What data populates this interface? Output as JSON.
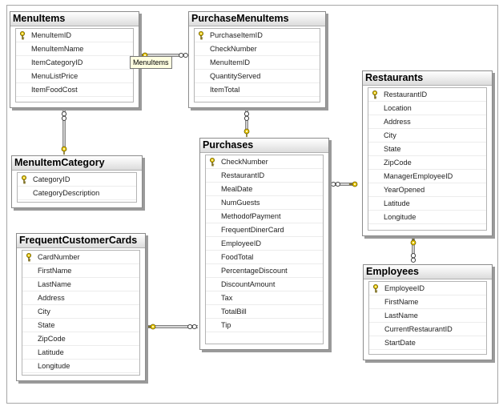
{
  "tables": [
    {
      "name": "MenuItems",
      "columns": [
        {
          "label": "MenuItemID",
          "key": true
        },
        {
          "label": "MenuItemName",
          "key": false
        },
        {
          "label": "ItemCategoryID",
          "key": false
        },
        {
          "label": "MenuListPrice",
          "key": false
        },
        {
          "label": "ItemFoodCost",
          "key": false
        }
      ]
    },
    {
      "name": "PurchaseMenuItems",
      "columns": [
        {
          "label": "PurchaseItemID",
          "key": true
        },
        {
          "label": "CheckNumber",
          "key": false
        },
        {
          "label": "MenuItemID",
          "key": false
        },
        {
          "label": "QuantityServed",
          "key": false
        },
        {
          "label": "ItemTotal",
          "key": false
        }
      ]
    },
    {
      "name": "Restaurants",
      "columns": [
        {
          "label": "RestaurantID",
          "key": true
        },
        {
          "label": "Location",
          "key": false
        },
        {
          "label": "Address",
          "key": false
        },
        {
          "label": "City",
          "key": false
        },
        {
          "label": "State",
          "key": false
        },
        {
          "label": "ZipCode",
          "key": false
        },
        {
          "label": "ManagerEmployeeID",
          "key": false
        },
        {
          "label": "YearOpened",
          "key": false
        },
        {
          "label": "Latitude",
          "key": false
        },
        {
          "label": "Longitude",
          "key": false
        }
      ]
    },
    {
      "name": "MenuItemCategory",
      "columns": [
        {
          "label": "CategoryID",
          "key": true
        },
        {
          "label": "CategoryDescription",
          "key": false
        }
      ]
    },
    {
      "name": "Purchases",
      "columns": [
        {
          "label": "CheckNumber",
          "key": true
        },
        {
          "label": "RestaurantID",
          "key": false
        },
        {
          "label": "MealDate",
          "key": false
        },
        {
          "label": "NumGuests",
          "key": false
        },
        {
          "label": "MethodofPayment",
          "key": false
        },
        {
          "label": "FrequentDinerCard",
          "key": false
        },
        {
          "label": "EmployeeID",
          "key": false
        },
        {
          "label": "FoodTotal",
          "key": false
        },
        {
          "label": "PercentageDiscount",
          "key": false
        },
        {
          "label": "DiscountAmount",
          "key": false
        },
        {
          "label": "Tax",
          "key": false
        },
        {
          "label": "TotalBill",
          "key": false
        },
        {
          "label": "Tip",
          "key": false
        }
      ]
    },
    {
      "name": "FrequentCustomerCards",
      "columns": [
        {
          "label": "CardNumber",
          "key": true
        },
        {
          "label": "FirstName",
          "key": false
        },
        {
          "label": "LastName",
          "key": false
        },
        {
          "label": "Address",
          "key": false
        },
        {
          "label": "City",
          "key": false
        },
        {
          "label": "State",
          "key": false
        },
        {
          "label": "ZipCode",
          "key": false
        },
        {
          "label": "Latitude",
          "key": false
        },
        {
          "label": "Longitude",
          "key": false
        }
      ]
    },
    {
      "name": "Employees",
      "columns": [
        {
          "label": "EmployeeID",
          "key": true
        },
        {
          "label": "FirstName",
          "key": false
        },
        {
          "label": "LastName",
          "key": false
        },
        {
          "label": "CurrentRestaurantID",
          "key": false
        },
        {
          "label": "StartDate",
          "key": false
        }
      ]
    }
  ],
  "tooltip": "MenuItems",
  "colors": {
    "key_gold": "#e8c800",
    "line": "#555555",
    "header_top": "#ffffff",
    "header_bottom": "#dcdcdc"
  }
}
